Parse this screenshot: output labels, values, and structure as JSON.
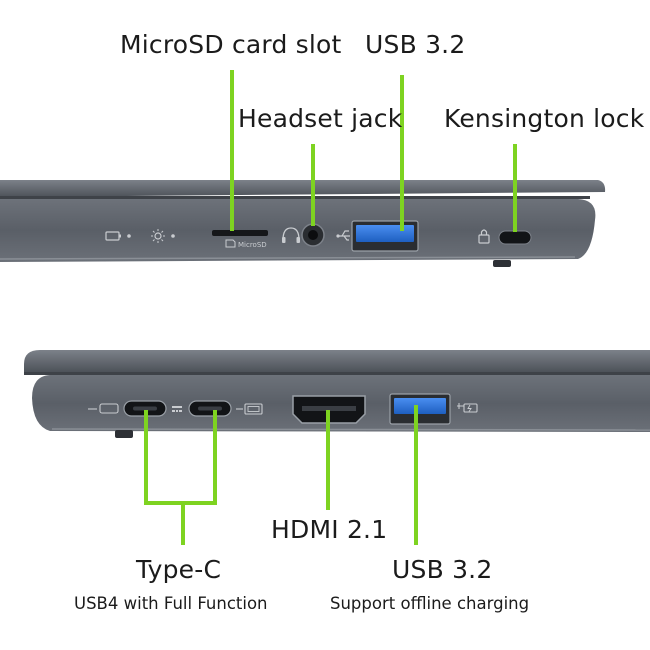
{
  "top_view": {
    "callouts": {
      "microsd": "MicroSD card slot",
      "usb_top": "USB 3.2",
      "headset": "Headset jack",
      "kensington": "Kensington lock"
    },
    "port_text": {
      "microsd_mark": "MicroSD"
    }
  },
  "bottom_view": {
    "callouts": {
      "typec": "Type-C",
      "typec_sub": "USB4 with Full Function",
      "hdmi": "HDMI 2.1",
      "usb_bottom": "USB 3.2",
      "usb_bottom_sub": "Support offline charging"
    }
  },
  "colors": {
    "leader_line": "#7ed321",
    "chassis": "#5b6068",
    "usb_blue": "#2f72d6"
  }
}
